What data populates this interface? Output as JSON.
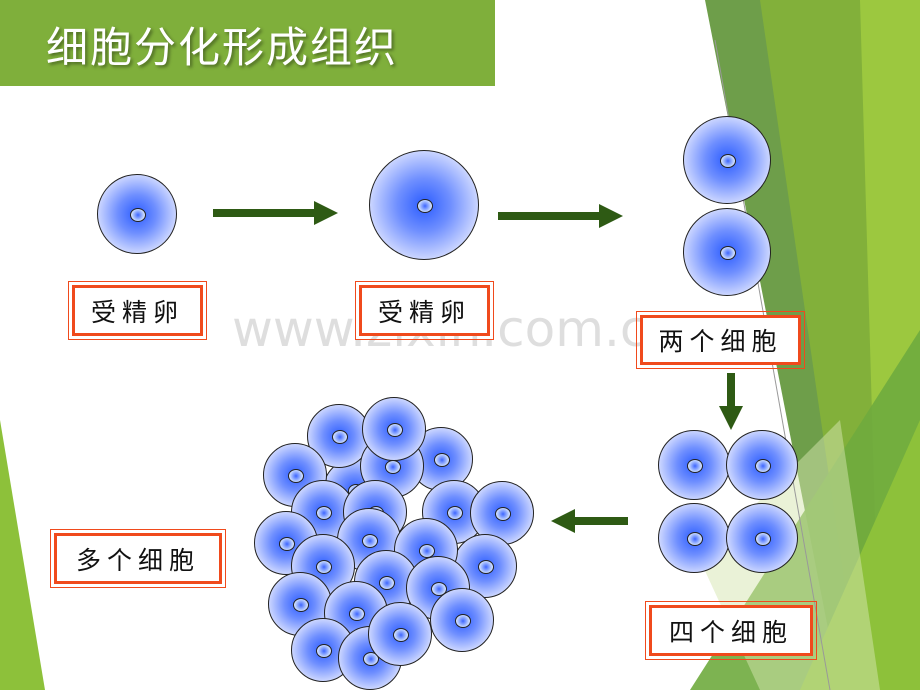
{
  "title": "细胞分化形成组织",
  "labels": {
    "egg1": "受精卵",
    "egg2": "受精卵",
    "two": "两个细胞",
    "four": "四个细胞",
    "many": "多个细胞"
  },
  "watermark": "www.zixin.com.cn",
  "colors": {
    "title_bar": "#7faf3b",
    "arrow": "#2e5a14",
    "label_border": "#f04a1c",
    "cell": "#2b5cff"
  }
}
